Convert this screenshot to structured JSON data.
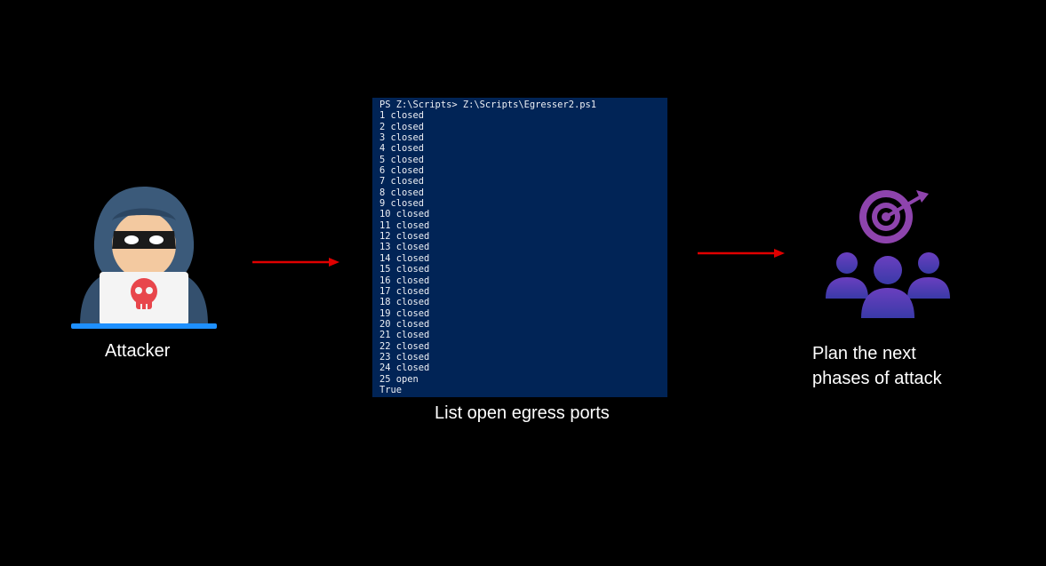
{
  "attacker": {
    "label": "Attacker",
    "icon": "hooded-hacker-laptop-skull-icon",
    "colors": {
      "hood": "#3b5a7a",
      "laptop": "#f4f4f4",
      "skull": "#e8464c",
      "base": "#1e90ff"
    }
  },
  "arrows": {
    "color": "#e00000"
  },
  "terminal": {
    "background": "#012456",
    "lines": [
      "PS Z:\\Scripts> Z:\\Scripts\\Egresser2.ps1",
      "1 closed",
      "2 closed",
      "3 closed",
      "4 closed",
      "5 closed",
      "6 closed",
      "7 closed",
      "8 closed",
      "9 closed",
      "10 closed",
      "11 closed",
      "12 closed",
      "13 closed",
      "14 closed",
      "15 closed",
      "16 closed",
      "17 closed",
      "18 closed",
      "19 closed",
      "20 closed",
      "21 closed",
      "22 closed",
      "23 closed",
      "24 closed",
      "25 open",
      "True"
    ],
    "caption": "List open egress ports"
  },
  "plan": {
    "label_line1": "Plan the next",
    "label_line2": "phases of attack",
    "icon": "target-team-icon",
    "colors": {
      "target": "#8e44ad",
      "people": "#4a3fb0"
    }
  }
}
